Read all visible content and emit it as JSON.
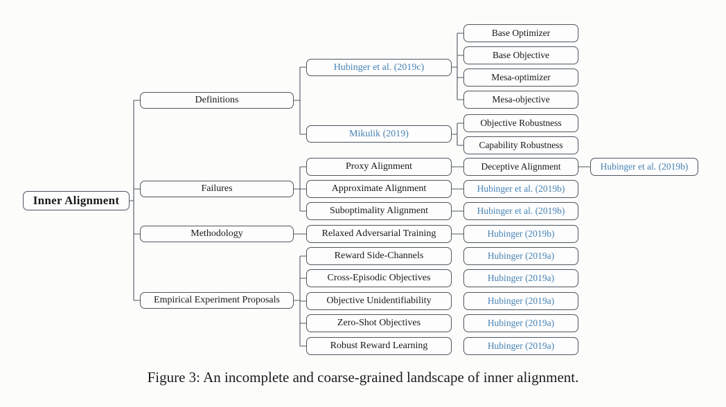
{
  "figure": {
    "caption": "Figure 3: An incomplete and coarse-grained landscape of inner alignment."
  },
  "colors": {
    "background": "#fcfcfb",
    "node_border": "#4d565f",
    "node_fill": "#fdfdfd",
    "node_text": "#16181a",
    "citation_text": "#4682b4",
    "connector": "#4d565f"
  },
  "tree": {
    "root": {
      "label": "Inner Alignment",
      "children": [
        {
          "label": "Definitions",
          "children": [
            {
              "label": "Hubinger et al. (2019c)",
              "type": "citation",
              "children": [
                {
                  "label": "Base Optimizer"
                },
                {
                  "label": "Base Objective"
                },
                {
                  "label": "Mesa-optimizer"
                },
                {
                  "label": "Mesa-objective"
                }
              ]
            },
            {
              "label": "Mikulik (2019)",
              "type": "citation",
              "children": [
                {
                  "label": "Objective Robustness"
                },
                {
                  "label": "Capability Robustness"
                }
              ]
            }
          ]
        },
        {
          "label": "Failures",
          "children": [
            {
              "label": "Proxy Alignment",
              "children": [
                {
                  "label": "Deceptive Alignment",
                  "children": [
                    {
                      "label": "Hubinger et al. (2019b)",
                      "type": "citation"
                    }
                  ]
                }
              ]
            },
            {
              "label": "Approximate Alignment",
              "children": [
                {
                  "label": "Hubinger et al. (2019b)",
                  "type": "citation"
                }
              ]
            },
            {
              "label": "Suboptimality Alignment",
              "children": [
                {
                  "label": "Hubinger et al. (2019b)",
                  "type": "citation"
                }
              ]
            }
          ]
        },
        {
          "label": "Methodology",
          "children": [
            {
              "label": "Relaxed Adversarial Training",
              "children": [
                {
                  "label": "Hubinger (2019b)",
                  "type": "citation"
                }
              ]
            }
          ]
        },
        {
          "label": "Empirical Experiment Proposals",
          "children": [
            {
              "label": "Reward Side-Channels",
              "children": [
                {
                  "label": "Hubinger (2019a)",
                  "type": "citation"
                }
              ]
            },
            {
              "label": "Cross-Episodic Objectives",
              "children": [
                {
                  "label": "Hubinger (2019a)",
                  "type": "citation"
                }
              ]
            },
            {
              "label": "Objective Unidentifiability",
              "children": [
                {
                  "label": "Hubinger (2019a)",
                  "type": "citation"
                }
              ]
            },
            {
              "label": "Zero-Shot Objectives",
              "children": [
                {
                  "label": "Hubinger (2019a)",
                  "type": "citation"
                }
              ]
            },
            {
              "label": "Robust Reward Learning",
              "children": [
                {
                  "label": "Hubinger (2019a)",
                  "type": "citation"
                }
              ]
            }
          ]
        }
      ]
    }
  }
}
